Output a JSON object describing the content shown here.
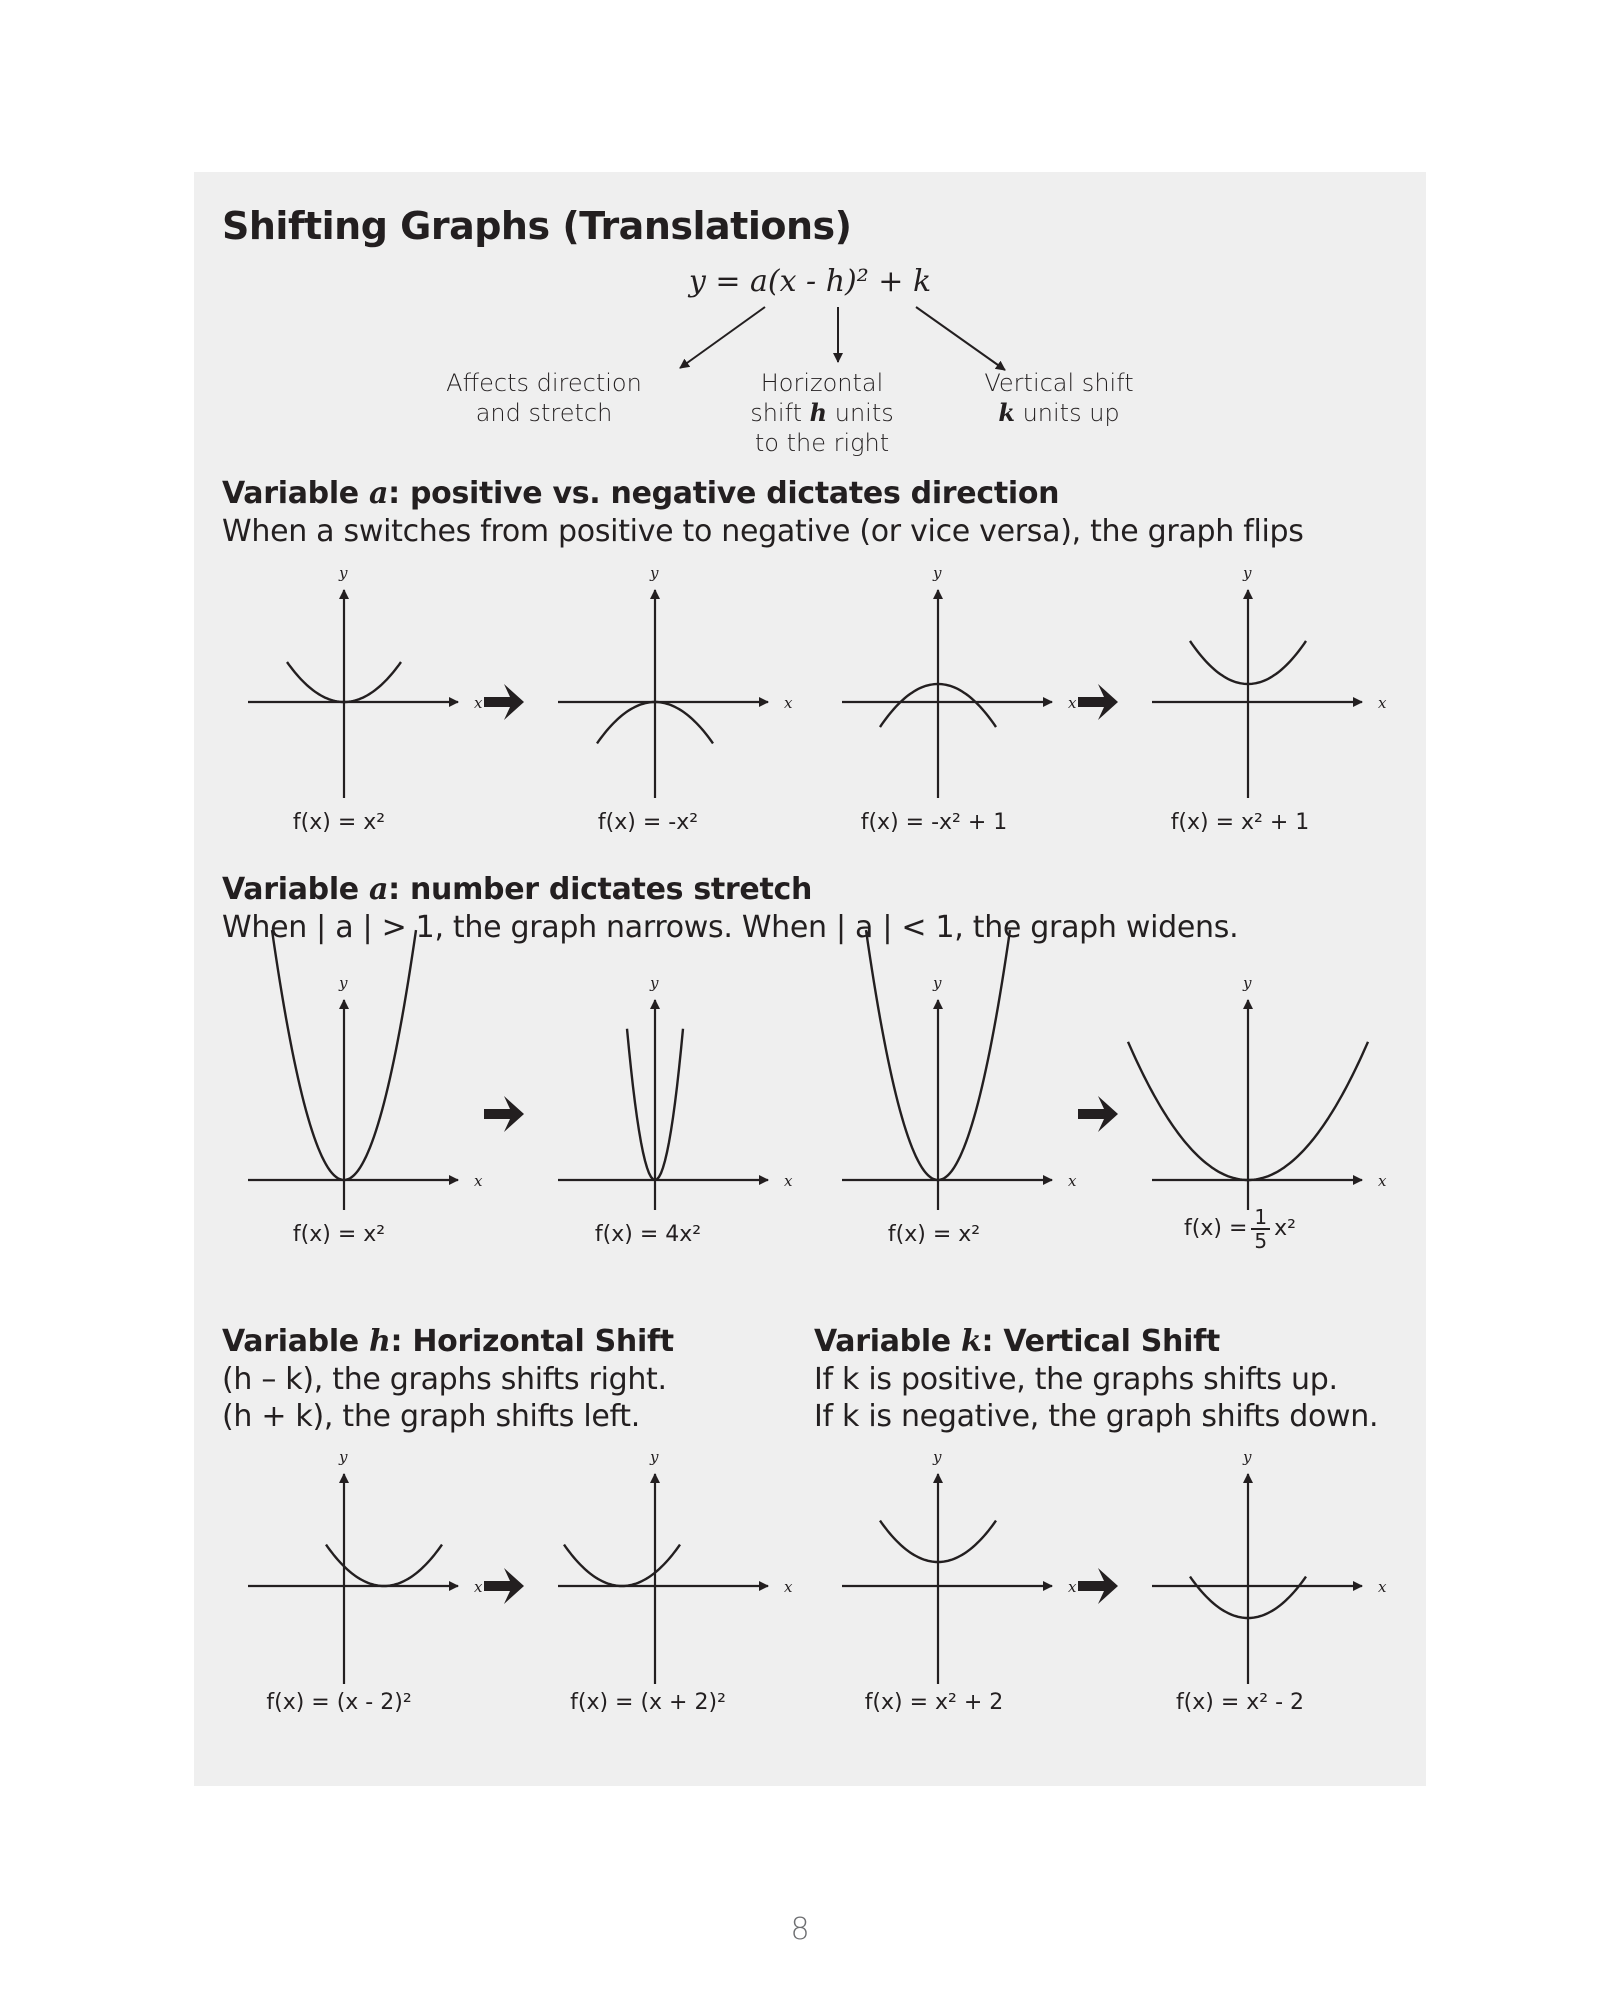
{
  "title": "Shifting Graphs (Translations)",
  "formula": "y = a(x - h)² + k",
  "annotations": {
    "a_line1": "Affects direction",
    "a_line2": "and stretch",
    "h_line1": "Horizontal",
    "h_line2_pre": "shift ",
    "h_var": "h",
    "h_line2_post": " units",
    "h_line3": "to the right",
    "k_line1": "Vertical shift",
    "k_var": "k",
    "k_line2_post": " units up"
  },
  "section_direction": {
    "heading_pre": "Variable ",
    "var": "a",
    "heading_post": ": positive vs. negative dictates direction",
    "text": "When a switches from positive to negative (or vice versa), the graph flips",
    "captions": [
      "f(x) = x²",
      "f(x) = -x²",
      "f(x) = -x² + 1",
      "f(x) = x² + 1"
    ]
  },
  "section_stretch": {
    "heading_pre": "Variable ",
    "var": "a",
    "heading_post": ": number dictates stretch",
    "text": "When | a | > 1, the graph narrows. When | a | < 1, the graph widens.",
    "captions": [
      "f(x) = x²",
      "f(x) = 4x²",
      "f(x) = x²"
    ],
    "last_caption_pre": "f(x) =",
    "last_caption_num": "1",
    "last_caption_den": "5",
    "last_caption_post": "x²"
  },
  "section_h": {
    "heading_pre": "Variable ",
    "var": "h",
    "heading_post": ": Horizontal Shift",
    "line1": "(h – k), the graphs shifts right.",
    "line2": "(h + k), the graph shifts left.",
    "captions": [
      "f(x) = (x - 2)²",
      "f(x) = (x + 2)²"
    ]
  },
  "section_k": {
    "heading_pre": "Variable ",
    "var": "k",
    "heading_post": ": Vertical Shift",
    "line1": "If k is positive, the graphs shifts up.",
    "line2": "If k is negative, the graph shifts down.",
    "captions": [
      "f(x) = x² + 2",
      "f(x) = x² - 2"
    ]
  },
  "axis_labels": {
    "x": "x",
    "y": "y"
  },
  "page_number": "8"
}
